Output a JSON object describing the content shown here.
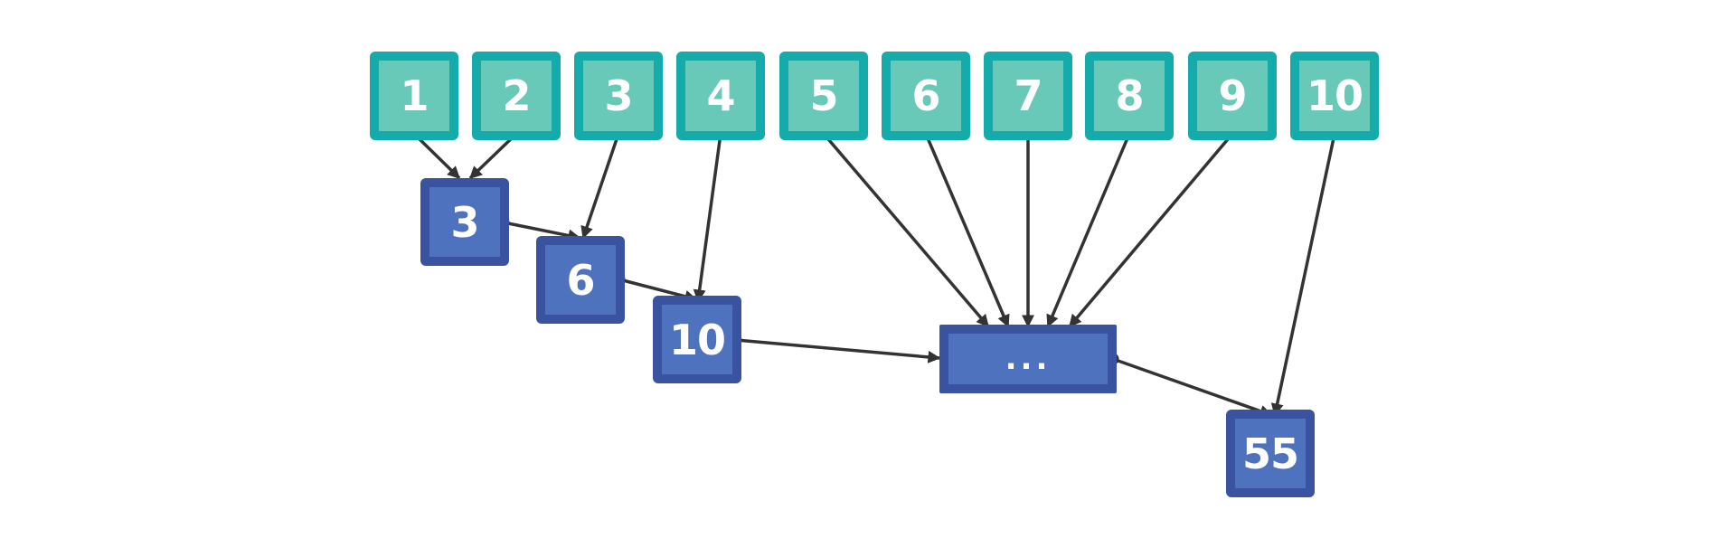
{
  "inputs": [
    {
      "id": "in1",
      "label": "1"
    },
    {
      "id": "in2",
      "label": "2"
    },
    {
      "id": "in3",
      "label": "3"
    },
    {
      "id": "in4",
      "label": "4"
    },
    {
      "id": "in5",
      "label": "5"
    },
    {
      "id": "in6",
      "label": "6"
    },
    {
      "id": "in7",
      "label": "7"
    },
    {
      "id": "in8",
      "label": "8"
    },
    {
      "id": "in9",
      "label": "9"
    },
    {
      "id": "in10",
      "label": "10"
    }
  ],
  "sums": [
    {
      "id": "s3",
      "label": "3"
    },
    {
      "id": "s6",
      "label": "6"
    },
    {
      "id": "s10",
      "label": "10"
    },
    {
      "id": "sdots",
      "label": "..."
    },
    {
      "id": "s55",
      "label": "55"
    }
  ],
  "edges": [
    [
      "in1",
      "s3"
    ],
    [
      "in2",
      "s3"
    ],
    [
      "s3",
      "s6"
    ],
    [
      "in3",
      "s6"
    ],
    [
      "s6",
      "s10"
    ],
    [
      "in4",
      "s10"
    ],
    [
      "s10",
      "sdots"
    ],
    [
      "in5",
      "sdots"
    ],
    [
      "in6",
      "sdots"
    ],
    [
      "in7",
      "sdots"
    ],
    [
      "in8",
      "sdots"
    ],
    [
      "in9",
      "sdots"
    ],
    [
      "sdots",
      "s55"
    ],
    [
      "in10",
      "s55"
    ]
  ],
  "colors": {
    "input_fill": "#68c9b8",
    "input_border": "#15abaa",
    "sum_fill": "#4e72bd",
    "sum_border": "#3a53a0",
    "edge": "#333333"
  }
}
